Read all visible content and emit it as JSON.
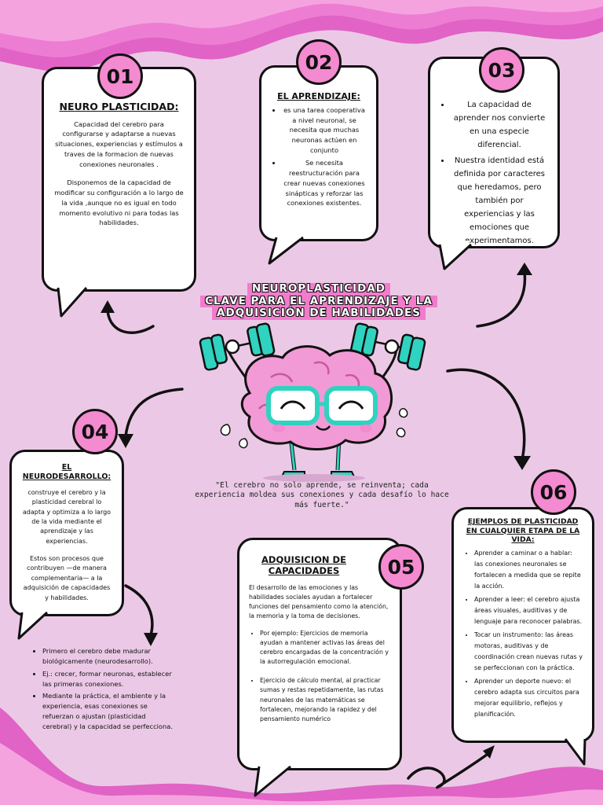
{
  "colors": {
    "background": "#ebc9e6",
    "wave": "#e063c5",
    "accent_pink": "#f48ad0",
    "title_pink": "#f27bcc",
    "brain_pink": "#f29ad6",
    "teal": "#2fd3c0"
  },
  "title": {
    "line1": "NEUROPLASTICIDAD",
    "line2": "CLAVE PARA EL APRENDIZAJE Y LA",
    "line3": "ADQUISICIÓN DE HABILIDADES"
  },
  "quote": "\"El cerebro no solo aprende, se reinventa; cada experiencia moldea sus conexiones y cada desafío lo hace más fuerte.\"",
  "boxes": {
    "b01": {
      "number": "01",
      "title": "NEURO PLASTICIDAD:",
      "p1": "Capacidad del cerebro para configurarse y adaptarse a nuevas situaciones, experiencias y estímulos a traves de la formacion de nuevas conexiones neuronales .",
      "p2": "Disponemos de la capacidad de modificar su configuración a lo largo de la vida ,aunque no es igual en todo momento evolutivo ni para todas las habilidades."
    },
    "b02": {
      "number": "02",
      "title": "EL APRENDIZAJE:",
      "items": [
        "es una tarea cooperativa a nivel neuronal, se necesita que muchas neuronas actúen en conjunto",
        "Se necesita reestructuración para crear nuevas conexiones sinápticas y reforzar las conexiones existentes."
      ]
    },
    "b03": {
      "number": "03",
      "items": [
        "La capacidad de aprender nos convierte en una especie diferencial.",
        "Nuestra identidad está definida por caracteres que heredamos, pero también por experiencias y las emociones que experimentamos."
      ]
    },
    "b04": {
      "number": "04",
      "title": "EL NEURODESARROLLO:",
      "p1": "construye el cerebro y la plasticidad cerebral lo adapta y optimiza a lo largo de la vida mediante el aprendizaje y las experiencias.",
      "p2": "Estos son procesos que contribuyen —de manera complementaria— a la adquisición de capacidades y habilidades.",
      "outside_items": [
        "Primero el cerebro debe madurar biológicamente (neurodesarrollo).",
        "Ej.: crecer, formar neuronas, establecer las primeras conexiones.",
        "Mediante la práctica, el ambiente y la experiencia, esas conexiones se refuerzan o ajustan (plasticidad cerebral) y la capacidad se perfecciona."
      ]
    },
    "b05": {
      "number": "05",
      "title": "ADQUISICION DE CAPACIDADES",
      "p1": "El desarrollo de las emociones y las habilidades sociales ayudan a fortalecer funciones del pensamiento como la atención, la memoria y la toma de decisiones.",
      "items": [
        "Por ejemplo: Ejercicios de memoria ayudan a mantener activas las áreas del cerebro encargadas de la concentración y la autorregulación emocional.",
        "Ejercicio de cálculo mental, al practicar sumas y restas repetidamente, las rutas neuronales de las matemáticas se fortalecen, mejorando la rapidez y del pensamiento numérico"
      ]
    },
    "b06": {
      "number": "06",
      "title": "EJEMPLOS DE PLASTICIDAD EN CUALQUIER ETAPA DE LA VIDA:",
      "items": [
        "Aprender a caminar o a hablar: las conexiones neuronales se fortalecen a medida que se repite la acción.",
        "Aprender a leer: el cerebro ajusta áreas visuales, auditivas y de lenguaje para reconocer palabras.",
        "Tocar un instrumento: las áreas motoras, auditivas y de coordinación crean nuevas rutas y se perfeccionan con la práctica.",
        "Aprender un deporte nuevo: el cerebro adapta sus circuitos para mejorar equilibrio, reflejos y planificación."
      ]
    }
  },
  "icons": [
    "brain-mascot-icon",
    "dumbbell-icon",
    "curved-arrow-icon"
  ]
}
